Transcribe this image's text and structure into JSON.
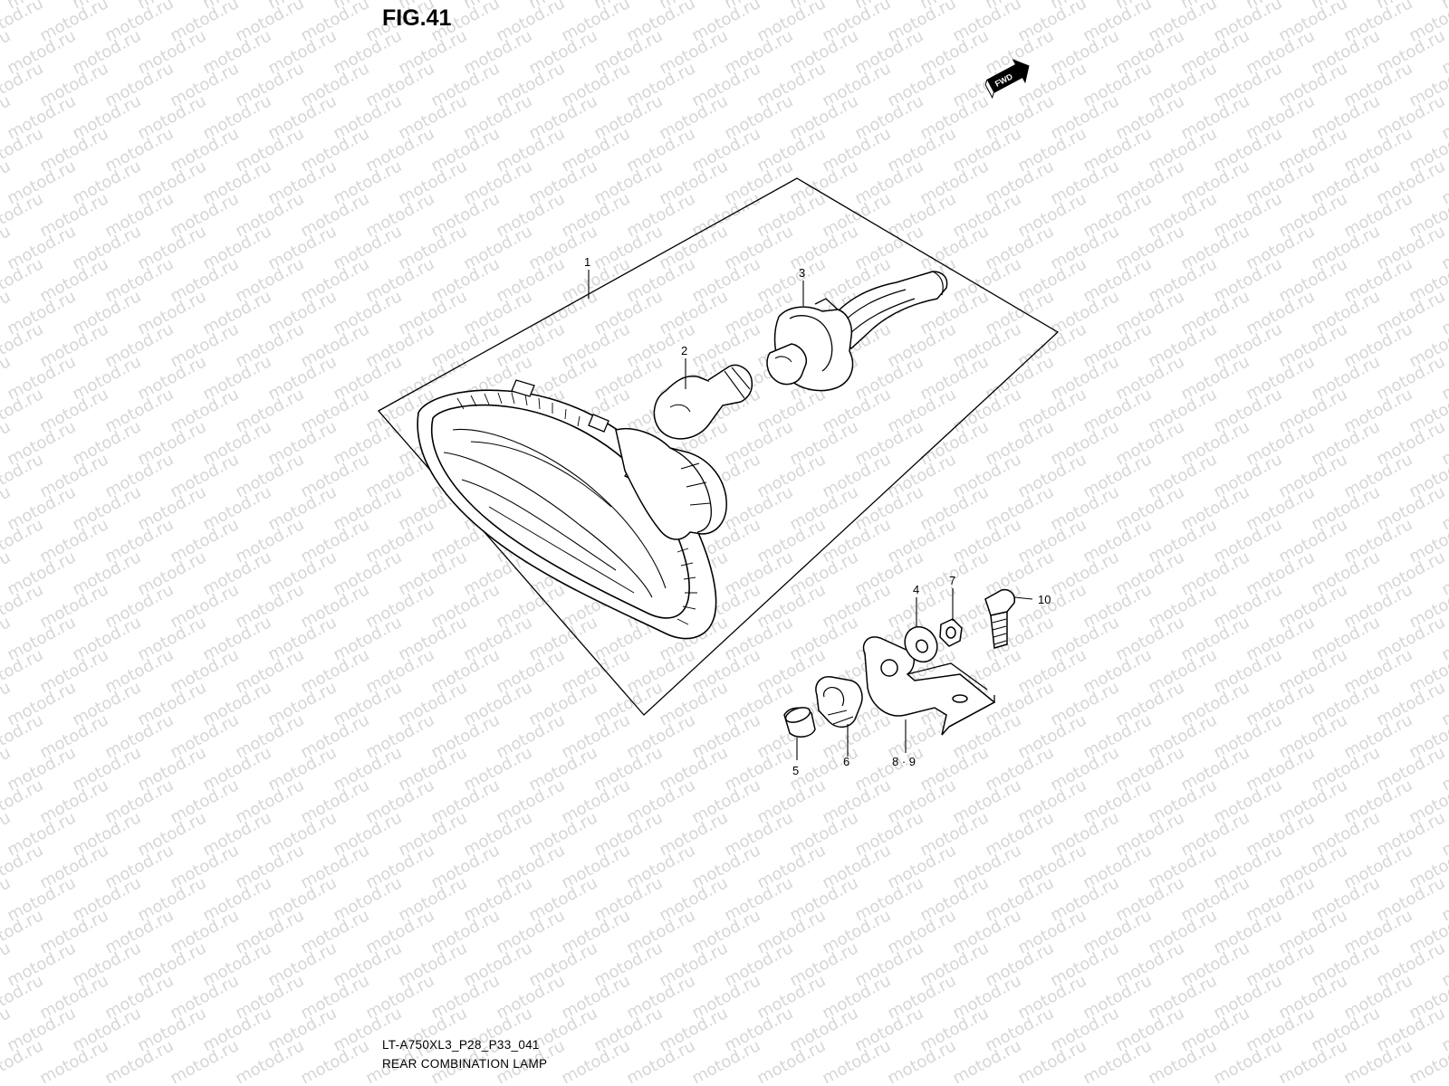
{
  "figure": {
    "title": "FIG.41",
    "model_code": "LT-A750XL3_P28_P33_041",
    "assembly_name": "REAR COMBINATION LAMP"
  },
  "direction_badge": {
    "label": "FWD"
  },
  "watermark": {
    "text": "motod.ru"
  },
  "callouts": [
    {
      "id": "1",
      "label": "1"
    },
    {
      "id": "2",
      "label": "2"
    },
    {
      "id": "3",
      "label": "3"
    },
    {
      "id": "4",
      "label": "4"
    },
    {
      "id": "5",
      "label": "5"
    },
    {
      "id": "6",
      "label": "6"
    },
    {
      "id": "7",
      "label": "7"
    },
    {
      "id": "8-9",
      "label": "8 · 9"
    },
    {
      "id": "10",
      "label": "10"
    }
  ],
  "colors": {
    "ink": "#000000",
    "paper": "#ffffff",
    "watermark": "#b4b4b4"
  }
}
